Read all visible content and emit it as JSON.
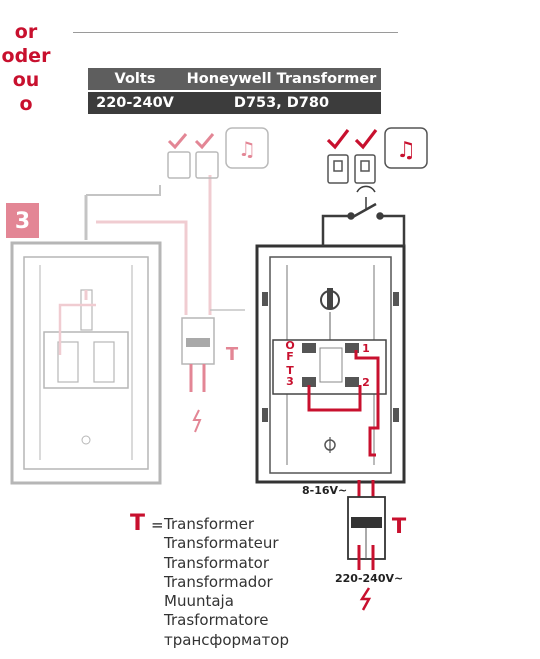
{
  "or_words": [
    "or",
    "oder",
    "ou",
    "o"
  ],
  "table": {
    "headers": [
      "Volts",
      "Honeywell Transformer"
    ],
    "row": [
      "220-240V",
      "D753, D780"
    ]
  },
  "diagram": {
    "step_number": "3",
    "terminal_labels": {
      "o": "O",
      "f": "F",
      "t": "T",
      "n3": "3",
      "n1": "1",
      "n2": "2"
    },
    "low_voltage": "8-16V~",
    "mains_voltage": "220-240V~",
    "transformer_symbol": "T"
  },
  "legend": {
    "symbol": "T",
    "equals": "=",
    "translations": [
      "Transformer",
      "Transformateur",
      "Transformator",
      "Transformador",
      "Muuntaja",
      "Trasformatore",
      "трансформатор"
    ]
  },
  "colors": {
    "accent": "#c8102e",
    "table_header": "#5e5e5e",
    "table_row": "#3c3c3c",
    "wire": "#3c3c3c"
  },
  "icons": [
    "checkmark-icon",
    "push-button-icon",
    "chime-note-icon",
    "lightning-bolt-icon"
  ]
}
